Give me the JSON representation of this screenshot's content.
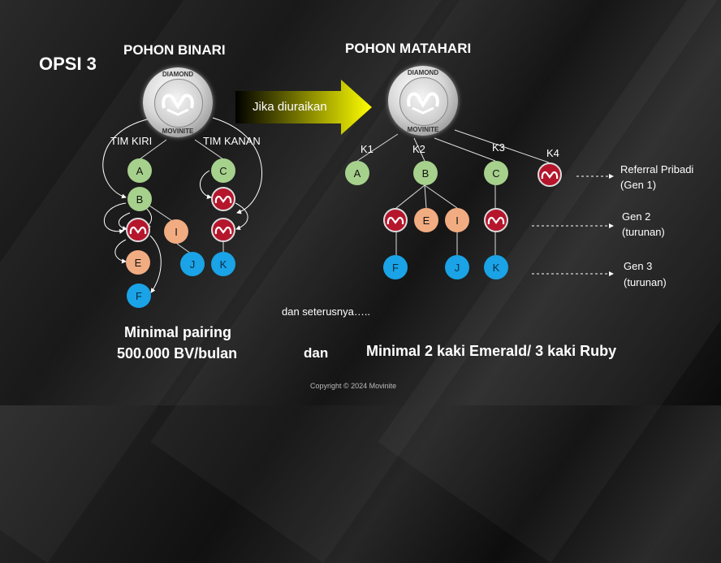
{
  "slide": {
    "option_title": "OPSI 3",
    "binary_title": "POHON BINARI",
    "sun_title": "POHON MATAHARI",
    "arrow_label": "Jika diuraikan",
    "logo_top": "DIAMOND",
    "logo_bottom": "MOVINITE",
    "left_team": "TIM KIRI",
    "right_team": "TIM KANAN",
    "k_labels": [
      "K1",
      "K2",
      "K3",
      "K4"
    ],
    "gen_labels": {
      "gen1_line1": "Referral Pribadi",
      "gen1_line2": "(Gen 1)",
      "gen2_line1": "Gen 2",
      "gen2_line2": "(turunan)",
      "gen3_line1": "Gen 3",
      "gen3_line2": "(turunan)"
    },
    "etc": "dan seterusnya…..",
    "min_pairing_1": "Minimal pairing",
    "min_pairing_2": "500.000 BV/bulan",
    "and_word": "dan",
    "min_legs": "Minimal 2 kaki Emerald/ 3 kaki Ruby",
    "copyright": "Copyright © 2024 Movinite"
  },
  "nodes": {
    "A": "A",
    "B": "B",
    "C": "C",
    "E": "E",
    "F": "F",
    "I": "I",
    "J": "J",
    "K": "K"
  },
  "colors": {
    "green": "#a6d18c",
    "orange": "#f2ac82",
    "blue": "#1aa3e6",
    "ruby": "#b5162c",
    "arrow_start": "#000000",
    "arrow_end": "#ffff00"
  }
}
